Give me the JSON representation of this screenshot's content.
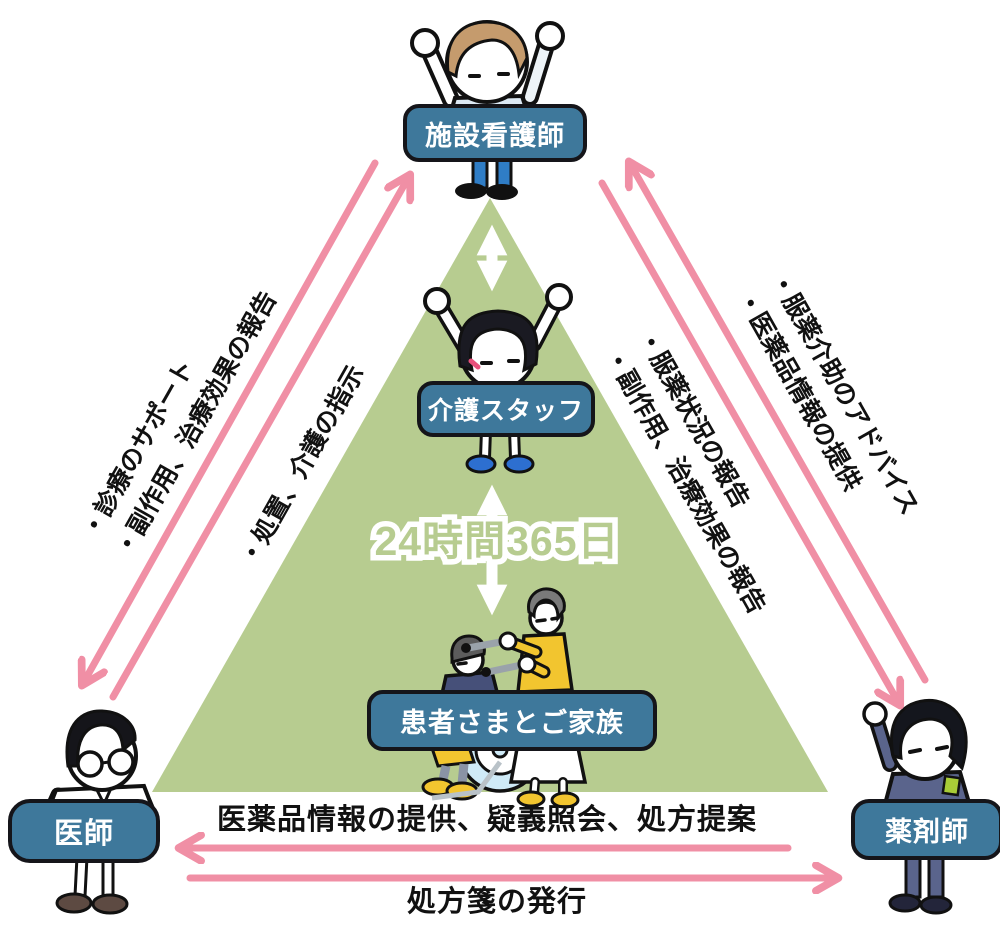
{
  "colors": {
    "accent_pink": "#f08fa5",
    "triangle_green": "#b7cc90",
    "label_blue": "#3e789b"
  },
  "triangle": {
    "caption": "24時間365日"
  },
  "labels": {
    "facility_nurse": "施設看護師",
    "care_staff": "介護スタッフ",
    "patient_family": "患者さまとご家族",
    "doctor": "医師",
    "pharmacist": "薬剤師"
  },
  "left_side": {
    "to_doctor": {
      "line1": "・診療のサポート",
      "line2": "・副作用、治療効果の報告"
    },
    "to_nurse": {
      "line1": "・処置、介護の指示"
    }
  },
  "right_side": {
    "to_nurse": {
      "line1": "・服薬介助のアドバイス",
      "line2": "・医薬品情報の提供"
    },
    "to_pharmacist": {
      "line1": "・服薬状況の報告",
      "line2": "・副作用、治療効果の報告"
    }
  },
  "bottom": {
    "to_doctor": "医薬品情報の提供、疑義照会、処方提案",
    "to_pharmacist": "処方箋の発行"
  },
  "icons": {
    "white_vertical_arrows": "two-way-arrow-icon",
    "pink_exchange_arrows": "one-way-arrow-icon",
    "characters": [
      "facility-nurse-illustration",
      "care-staff-illustration",
      "patient-family-illustration",
      "doctor-illustration",
      "pharmacist-illustration"
    ]
  }
}
